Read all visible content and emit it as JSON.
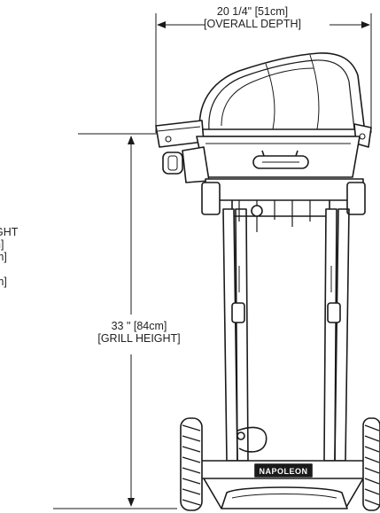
{
  "depth": {
    "line1": "20 1/4\"  [51cm]",
    "line2": "[OVERALL DEPTH]"
  },
  "height": {
    "line1": "33 \" [84cm]",
    "line2": "[GRILL HEIGHT]"
  },
  "cut_text": {
    "line1": "GHT",
    "line2": "n]",
    "line3": "m]",
    "line4": "",
    "line5": "m]"
  },
  "brand": "NAPOLEON",
  "colors": {
    "ink": "#1a1a1a",
    "label": "#222222"
  }
}
